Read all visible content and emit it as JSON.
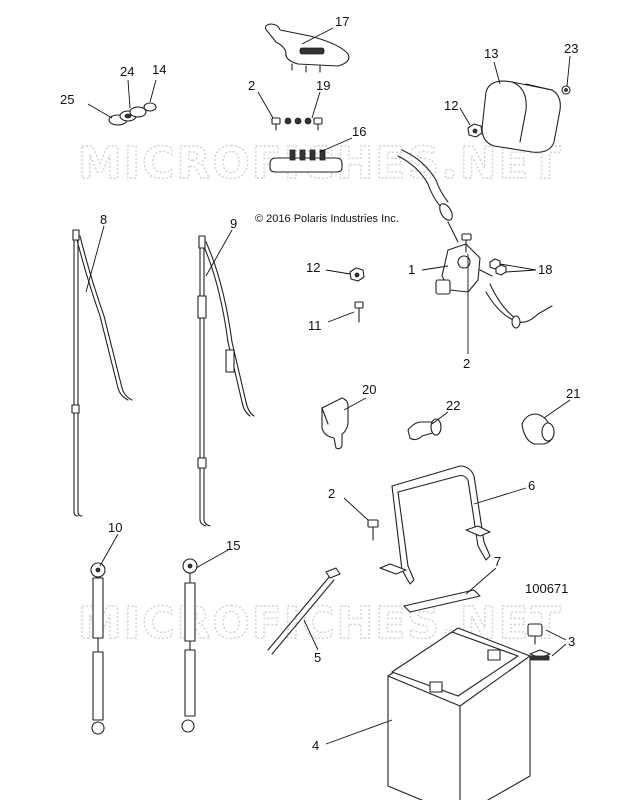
{
  "copyright": "© 2016 Polaris Industries Inc.",
  "diagram_id": "100671",
  "watermark": "MICROFICHES.NET",
  "callouts": {
    "p1": "1",
    "p2a": "2",
    "p2b": "2",
    "p2c": "2",
    "p3": "3",
    "p4": "4",
    "p5": "5",
    "p6": "6",
    "p7": "7",
    "p8": "8",
    "p9": "9",
    "p10": "10",
    "p11": "11",
    "p12a": "12",
    "p12b": "12",
    "p13": "13",
    "p14": "14",
    "p15": "15",
    "p16": "16",
    "p17": "17",
    "p18": "18",
    "p19": "19",
    "p20": "20",
    "p21": "21",
    "p22": "22",
    "p23": "23",
    "p24": "24",
    "p25": "25"
  },
  "colors": {
    "line": "#222222",
    "watermark": "#d0d0d0",
    "background": "#ffffff"
  }
}
